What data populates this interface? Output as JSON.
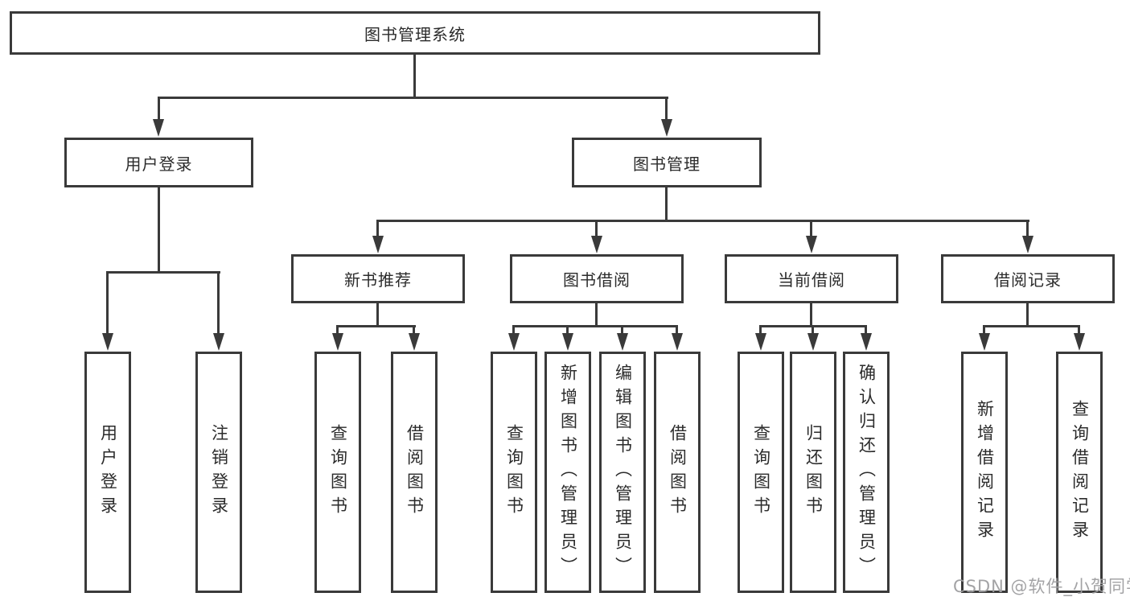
{
  "diagram": {
    "root": "图书管理系统",
    "level2": {
      "user_login": "用户登录",
      "book_mgmt": "图书管理"
    },
    "level3": {
      "new_book": "新书推荐",
      "book_borrow": "图书借阅",
      "current_borrow": "当前借阅",
      "borrow_record": "借阅记录"
    },
    "leaves": {
      "g1_login": "用户登录",
      "g1_logout": "注销登录",
      "g2_query": "查询图书",
      "g2_borrow": "借阅图书",
      "g3_query": "查询图书",
      "g3_add": "新增图书（管理员）",
      "g3_edit": "编辑图书（管理员）",
      "g3_borrow": "借阅图书",
      "g4_query": "查询图书",
      "g4_return": "归还图书",
      "g4_confirm": "确认归还（管理员）",
      "g5_add": "新增借阅记录",
      "g5_query": "查询借阅记录"
    }
  },
  "watermark": "CSDN @软件_小贺同学",
  "colors": {
    "line": "#3a3a3a",
    "text": "#2b2b2b",
    "watermark": "#9e9ea0",
    "background": "#ffffff"
  }
}
